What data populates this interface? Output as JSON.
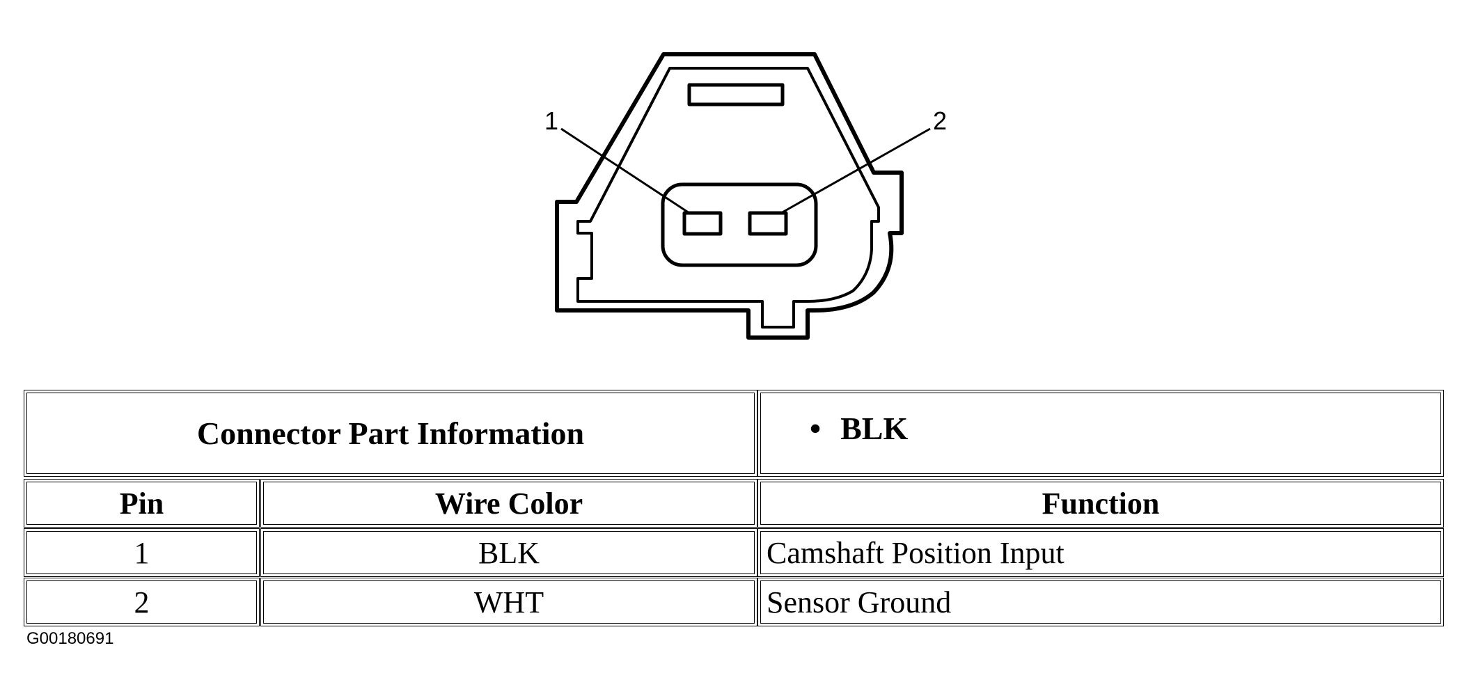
{
  "diagram": {
    "pin_labels": [
      "1",
      "2"
    ]
  },
  "table": {
    "title": "Connector Part Information",
    "bullet_item": "BLK",
    "headers": {
      "pin": "Pin",
      "wire_color": "Wire Color",
      "function": "Function"
    },
    "rows": [
      {
        "pin": "1",
        "wire_color": "BLK",
        "function": "Camshaft Position Input"
      },
      {
        "pin": "2",
        "wire_color": "WHT",
        "function": "Sensor Ground"
      }
    ]
  },
  "figure_id": "G00180691"
}
